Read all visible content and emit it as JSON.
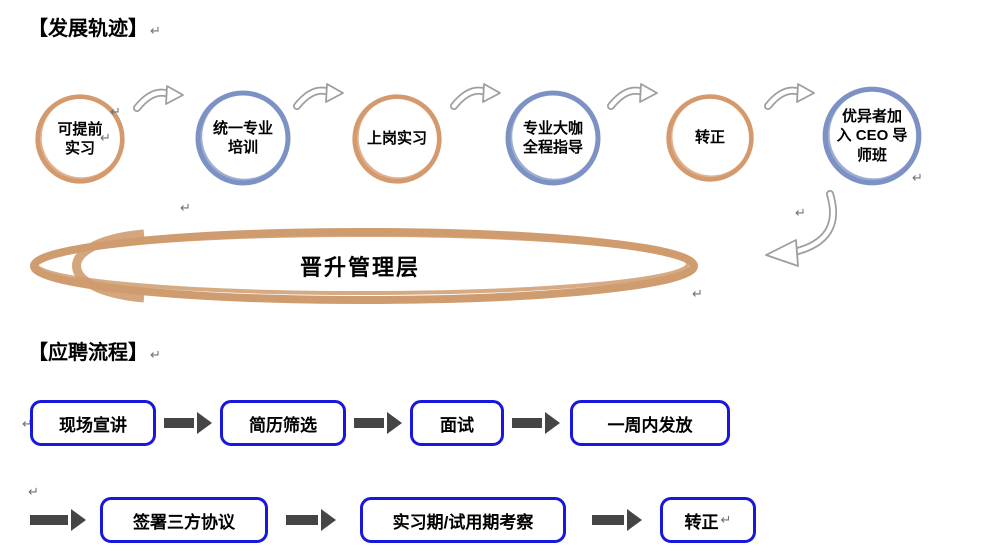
{
  "marks": {
    "char": "↵"
  },
  "development": {
    "heading": "【发展轨迹】",
    "steps": [
      {
        "line1": "可提前",
        "line2": "实习",
        "color": "orange"
      },
      {
        "line1": "统一专业",
        "line2": "培训",
        "color": "blue"
      },
      {
        "line1": "上岗实习",
        "color": "orange"
      },
      {
        "line1": "专业大咖",
        "line2": "全程指导",
        "color": "blue"
      },
      {
        "line1": "转正",
        "color": "orange"
      },
      {
        "line1": "优异者加",
        "line2": "入 CEO 导",
        "line3": "师班",
        "color": "blue"
      }
    ],
    "promotion_label": "晋升管理层"
  },
  "recruitment": {
    "heading": "【应聘流程】",
    "row1": [
      {
        "label": "现场宣讲"
      },
      {
        "label": "简历筛选"
      },
      {
        "label": "面试"
      },
      {
        "label": "一周内发放"
      }
    ],
    "row2": [
      {
        "label": "签署三方协议"
      },
      {
        "label": "实习期/试用期考察"
      },
      {
        "label": "转正"
      }
    ]
  },
  "colors": {
    "circle_orange": "#d49a6d",
    "circle_blue": "#7d92c4",
    "box_border_blue": "#1818dd",
    "block_arrow_gray": "#454545",
    "sketch_arrow_gray": "#9e9e9e",
    "ellipse_orange": "#cf9c6f"
  }
}
